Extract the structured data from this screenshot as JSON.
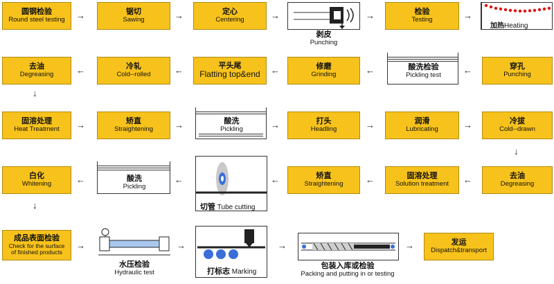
{
  "steps": {
    "round_steel_testing": {
      "zh": "圆钢检验",
      "en": "Round steel testing"
    },
    "sawing": {
      "zh": "锯切",
      "en": "Sawing"
    },
    "centering": {
      "zh": "定心",
      "en": "Centering"
    },
    "punching_top": {
      "zh": "剥皮",
      "en": "Punching"
    },
    "testing": {
      "zh": "检验",
      "en": "Testing"
    },
    "heating": {
      "zh": "加热",
      "en": "Heating"
    },
    "punching": {
      "zh": "穿孔",
      "en": "Punching"
    },
    "pickling_test": {
      "zh": "酸洗检验",
      "en": "Pickling test"
    },
    "grinding": {
      "zh": "修磨",
      "en": "Grinding"
    },
    "flatting": {
      "zh": "平头尾",
      "en": "Flatting top&end"
    },
    "cold_rolled": {
      "zh": "冷轧",
      "en": "Cold--rolled"
    },
    "degreasing_1": {
      "zh": "去油",
      "en": "Degreasing"
    },
    "heat_treatment": {
      "zh": "固溶处理",
      "en": "Heat Treatment"
    },
    "straightening_1": {
      "zh": "矫直",
      "en": "Straightening"
    },
    "pickling_1": {
      "zh": "酸洗",
      "en": "Pickling"
    },
    "headling": {
      "zh": "打头",
      "en": "Headling"
    },
    "lubricating": {
      "zh": "润滑",
      "en": "Lubricating"
    },
    "cold_drawn": {
      "zh": "冷拔",
      "en": "Cold--drawn"
    },
    "degreasing_2": {
      "zh": "去油",
      "en": "Degreasing"
    },
    "solution_treatment": {
      "zh": "固溶处理",
      "en": "Solution treatment"
    },
    "straightening_2": {
      "zh": "矫直",
      "en": "Straightening"
    },
    "tube_cutting": {
      "zh": "切管",
      "en": "Tube cutting"
    },
    "pickling_2": {
      "zh": "酸洗",
      "en": "Pickling"
    },
    "whitening": {
      "zh": "白化",
      "en": "Whitening"
    },
    "check_surface": {
      "zh": "成品表面检验",
      "en1": "Check for the surface",
      "en2": "of finished products"
    },
    "hydraulic_test": {
      "zh": "水压检验",
      "en": "Hydraulic test"
    },
    "marking": {
      "zh": "打标志",
      "en": "Marking"
    },
    "packing": {
      "zh": "包装入库或检验",
      "en": "Packing and putting in or testing"
    },
    "dispatch": {
      "zh": "发运",
      "en": "Dispatch&transport"
    }
  },
  "arrows": {
    "right": "→",
    "left": "←",
    "down": "↓"
  },
  "colors": {
    "box_fill": "#f7c21b",
    "heating_dots": "#e01010",
    "tube_blue": "#3a6fd8"
  }
}
